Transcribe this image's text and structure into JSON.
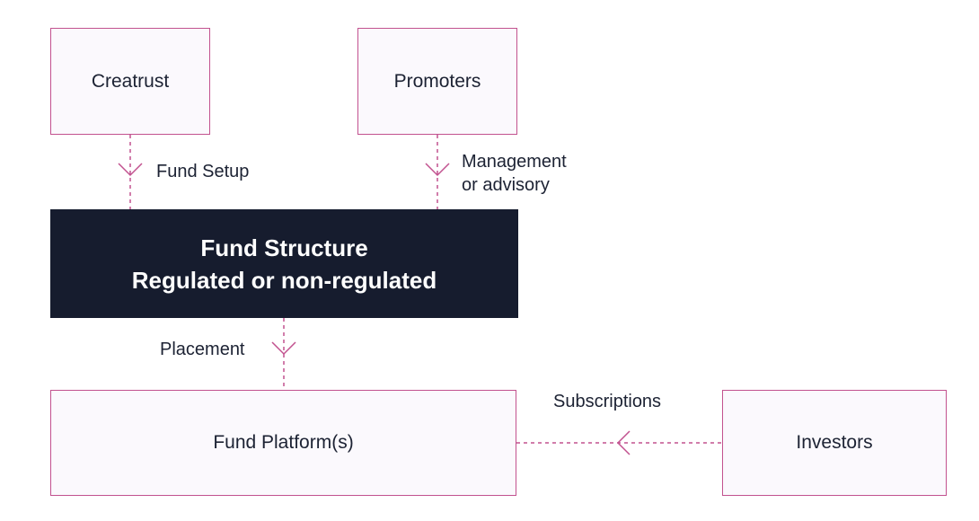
{
  "diagram": {
    "nodes": {
      "creatrust": "Creatrust",
      "promoters": "Promoters",
      "fund_structure_line1": "Fund Structure",
      "fund_structure_line2": "Regulated or non-regulated",
      "fund_platform": "Fund Platform(s)",
      "investors": "Investors"
    },
    "edges": {
      "fund_setup": "Fund Setup",
      "management_line1": "Management",
      "management_line2": "or advisory",
      "placement": "Placement",
      "subscriptions": "Subscriptions"
    },
    "colors": {
      "accent": "#c2528f",
      "dark_box": "#161c2e",
      "box_fill": "#fbf9fd"
    }
  }
}
